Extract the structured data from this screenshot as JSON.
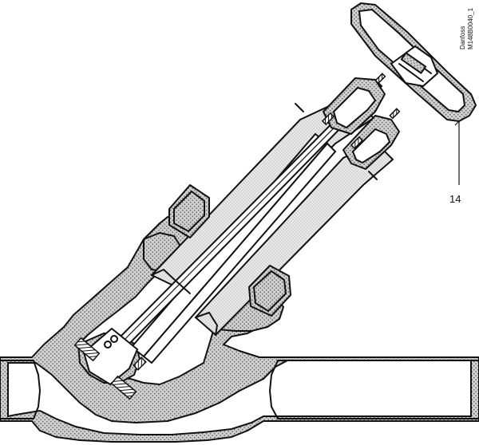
{
  "diagram": {
    "reference_code": {
      "brand": "Danfoss",
      "code": "M148B0040_1"
    },
    "callouts": [
      {
        "label": "14"
      }
    ]
  }
}
